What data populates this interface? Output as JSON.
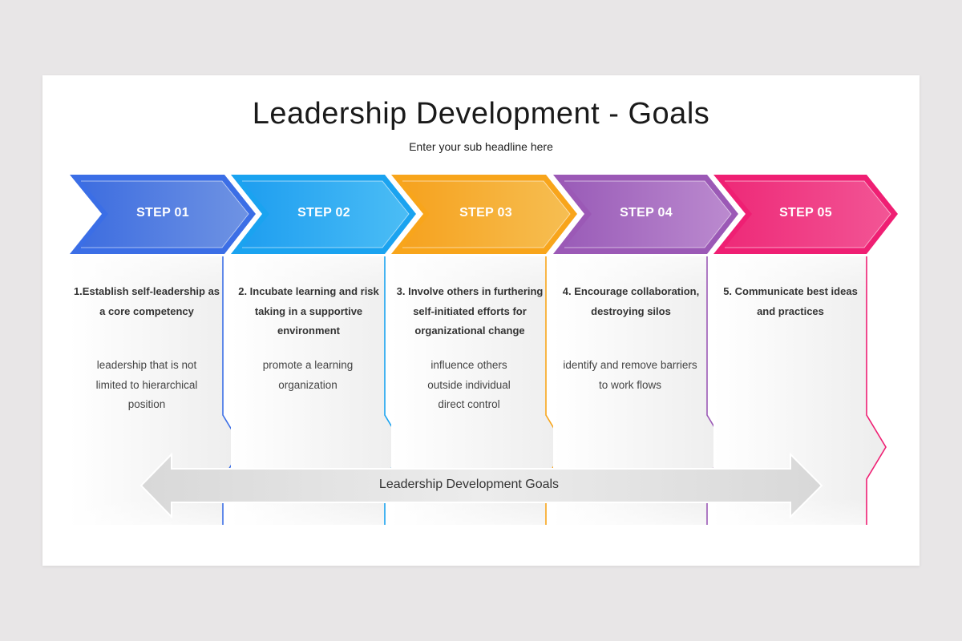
{
  "slide": {
    "title": "Leadership Development - Goals",
    "subtitle": "Enter your sub headline here",
    "center_arrow_label": "Leadership Development Goals"
  },
  "colors": {
    "background": "#e8e6e7",
    "step_01": "#3b6ee6",
    "step_02": "#1aa3f0",
    "step_03": "#f8a51b",
    "step_04": "#9b59b6",
    "step_05": "#ef1f73",
    "center_arrow": "#e2e2e2"
  },
  "steps": [
    {
      "label": "STEP 01",
      "heading": "1.Establish self-leadership as a core competency",
      "description": "leadership that is not limited to hierarchical position"
    },
    {
      "label": "STEP 02",
      "heading": "2. Incubate learning and risk taking in a supportive environment",
      "description": "promote a learning organization"
    },
    {
      "label": "STEP 03",
      "heading": "3. Involve others in furthering self-initiated efforts for organizational change",
      "description": "influence others outside individual direct control"
    },
    {
      "label": "STEP 04",
      "heading": "4. Encourage collaboration, destroying silos",
      "description": "identify and remove barriers to work flows"
    },
    {
      "label": "STEP 05",
      "heading": "5. Communicate best ideas and practices",
      "description": ""
    }
  ]
}
